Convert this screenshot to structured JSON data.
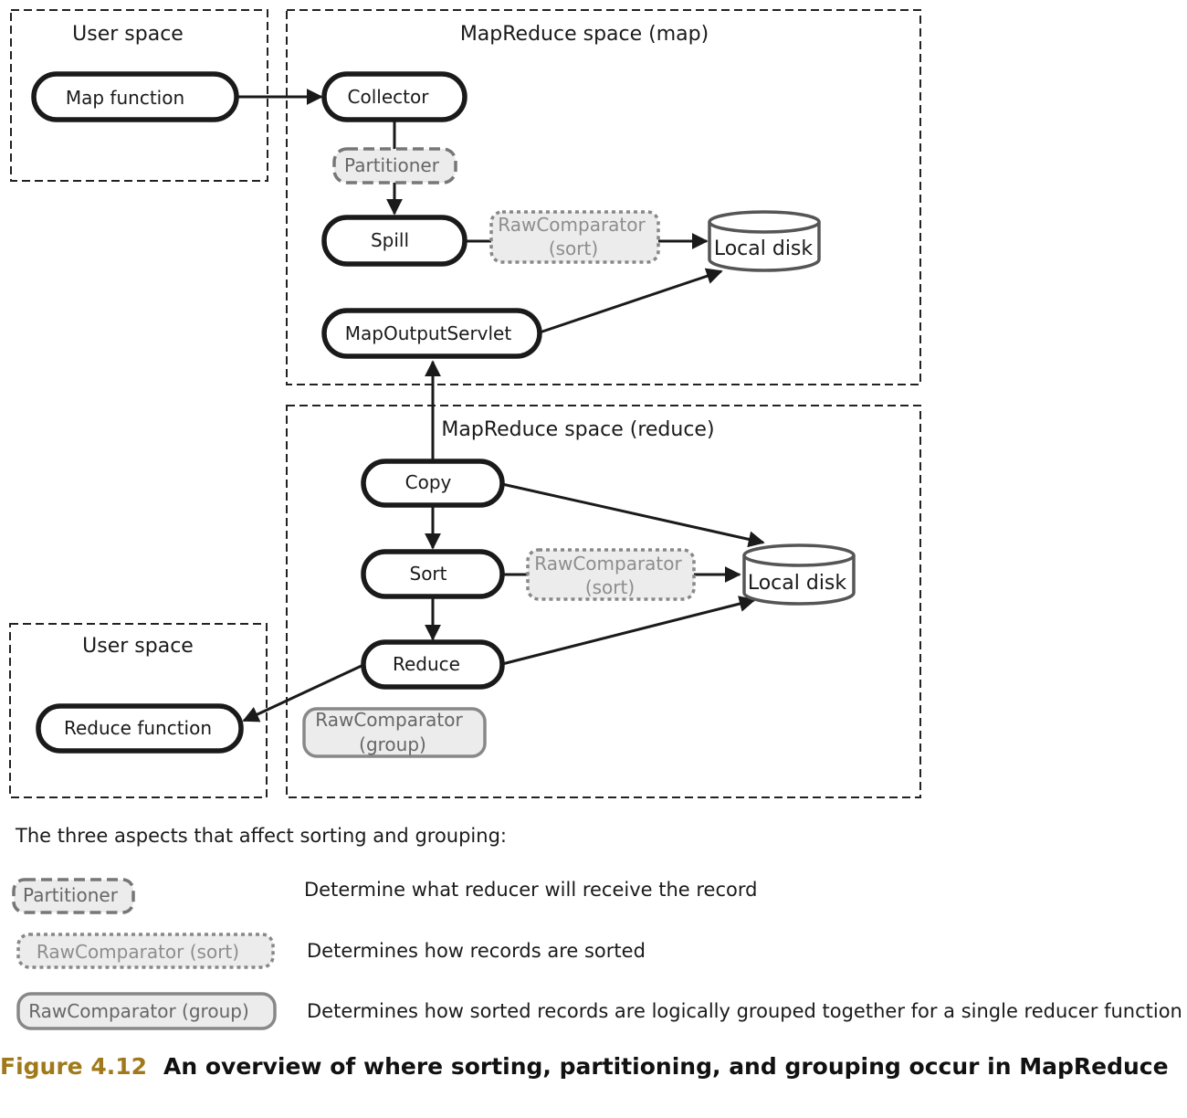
{
  "regions": {
    "user_space_top": "User space",
    "map_space": "MapReduce space (map)",
    "reduce_space": "MapReduce space (reduce)",
    "user_space_bottom": "User space"
  },
  "nodes": {
    "map_function": "Map function",
    "collector": "Collector",
    "partitioner": "Partitioner",
    "spill": "Spill",
    "map_rawcomparator_line1": "RawComparator",
    "map_rawcomparator_line2": "(sort)",
    "map_local_disk": "Local disk",
    "map_output_servlet": "MapOutputServlet",
    "copy": "Copy",
    "sort": "Sort",
    "reduce_rawcomparator_sort_line1": "RawComparator",
    "reduce_rawcomparator_sort_line2": "(sort)",
    "reduce_local_disk": "Local disk",
    "reduce": "Reduce",
    "reduce_function": "Reduce function",
    "rawcomparator_group_line1": "RawComparator",
    "rawcomparator_group_line2": "(group)"
  },
  "legend": {
    "heading": "The three aspects that affect sorting and grouping:",
    "items": [
      {
        "key": "Partitioner",
        "description": "Determine what reducer will receive the record"
      },
      {
        "key": "RawComparator (sort)",
        "description": "Determines how records are sorted"
      },
      {
        "key": "RawComparator (group)",
        "description": "Determines how sorted records are logically grouped together for a single reducer function call"
      }
    ]
  },
  "caption": {
    "number": "Figure 4.12",
    "text": "An overview of where sorting, partitioning, and grouping occur in MapReduce"
  }
}
